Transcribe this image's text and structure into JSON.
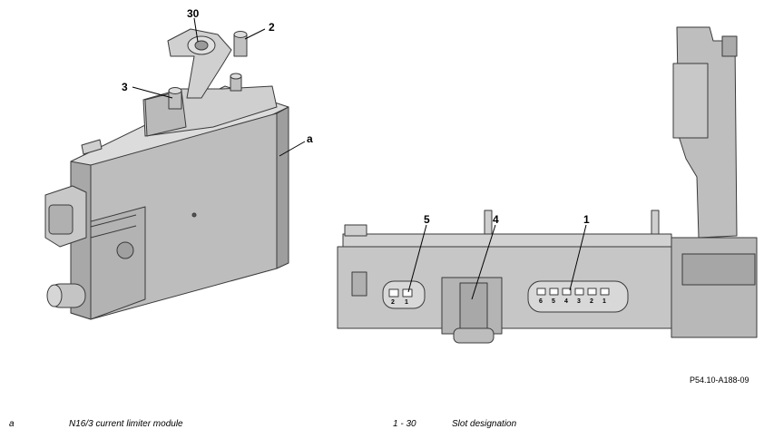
{
  "callouts": {
    "c30": "30",
    "c2": "2",
    "c3": "3",
    "ca": "a",
    "c5": "5",
    "c4": "4",
    "c1": "1"
  },
  "connector_small_pins": [
    "2",
    "1"
  ],
  "connector_large_pins": [
    "6",
    "5",
    "4",
    "3",
    "2",
    "1"
  ],
  "figure_reference": "P54.10-A188-09",
  "legend": [
    {
      "key": "a",
      "text": "N16/3 current limiter module"
    },
    {
      "key": "1 - 30",
      "text": "Slot designation"
    }
  ]
}
